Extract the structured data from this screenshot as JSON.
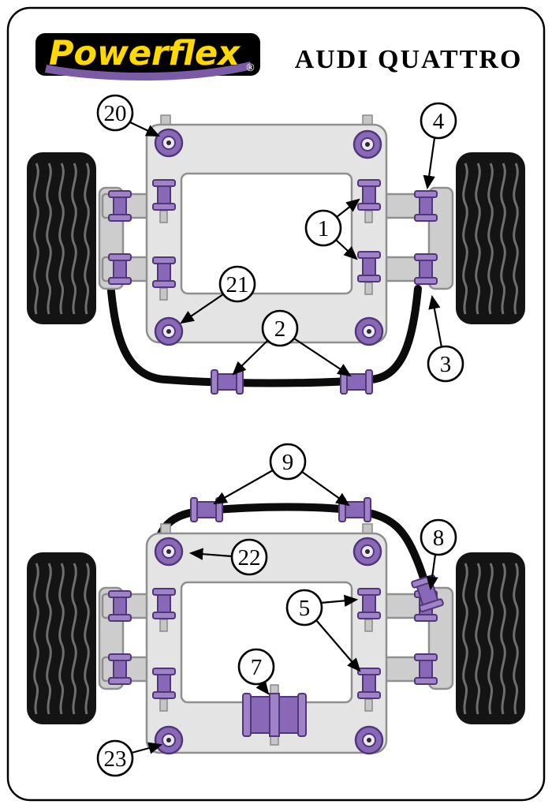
{
  "brand": {
    "logo_text": "Powerflex",
    "registered_mark": "®"
  },
  "page_title": "AUDI QUATTRO",
  "colors": {
    "bushing_purple": "#8A68B8",
    "bushing_outline": "#503878",
    "logo_yellow": "#FFD900",
    "swoosh_purple": "#7B5AA6",
    "frame_gray": "#E4E4E4",
    "outline_black": "#000000"
  },
  "diagrams": {
    "front": {
      "callouts": {
        "c20": "20",
        "c4": "4",
        "c1": "1",
        "c21": "21",
        "c2": "2",
        "c3": "3"
      }
    },
    "rear": {
      "callouts": {
        "c9": "9",
        "c8": "8",
        "c22": "22",
        "c5": "5",
        "c7": "7",
        "c23": "23"
      }
    }
  }
}
